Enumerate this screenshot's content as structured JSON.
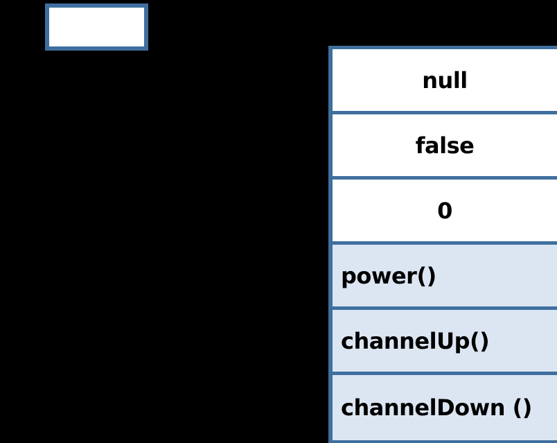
{
  "diagram": {
    "background_color": "#000000",
    "border_color": "#3f6f9f",
    "attribute_fill": "#ffffff",
    "method_fill": "#dce6f2",
    "text_color": "#000000",
    "empty_box": {
      "label": ""
    },
    "class_panel": {
      "attributes": [
        {
          "value": "null"
        },
        {
          "value": "false"
        },
        {
          "value": "0"
        }
      ],
      "methods": [
        {
          "value": "power()"
        },
        {
          "value": "channelUp()"
        },
        {
          "value": "channelDown ()"
        }
      ]
    }
  }
}
